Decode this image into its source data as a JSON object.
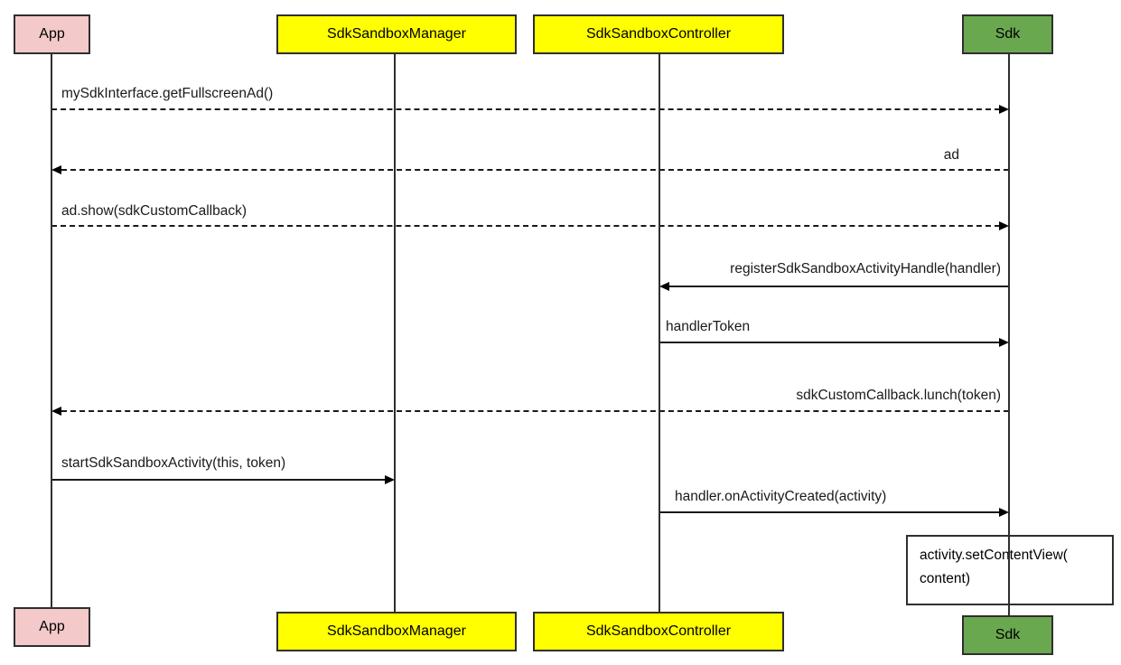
{
  "diagram": {
    "kind": "uml-sequence-diagram",
    "actors": [
      {
        "name": "App",
        "fill": "#f4c9c9"
      },
      {
        "name": "SdkSandboxManager",
        "fill": "#ffff00"
      },
      {
        "name": "SdkSandboxController",
        "fill": "#ffff00"
      },
      {
        "name": "Sdk",
        "fill": "#6aa84f"
      }
    ],
    "messages": [
      {
        "text": "mySdkInterface.getFullscreenAd()",
        "from": "App",
        "to": "Sdk",
        "line": "dashed"
      },
      {
        "text": "ad",
        "from": "Sdk",
        "to": "App",
        "line": "dashed"
      },
      {
        "text": "ad.show(sdkCustomCallback)",
        "from": "App",
        "to": "Sdk",
        "line": "dashed"
      },
      {
        "text": "registerSdkSandboxActivityHandle(handler)",
        "from": "Sdk",
        "to": "SdkSandboxController",
        "line": "solid"
      },
      {
        "text": "handlerToken",
        "from": "SdkSandboxController",
        "to": "Sdk",
        "line": "solid"
      },
      {
        "text": "sdkCustomCallback.lunch(token)",
        "from": "Sdk",
        "to": "App",
        "line": "dashed"
      },
      {
        "text": "startSdkSandboxActivity(this, token)",
        "from": "App",
        "to": "SdkSandboxManager",
        "line": "solid"
      },
      {
        "text": "handler.onActivityCreated(activity)",
        "from": "SdkSandboxController",
        "to": "Sdk",
        "line": "solid"
      }
    ],
    "note": {
      "lines": [
        "activity.setContentView(",
        "content)"
      ]
    },
    "colors": {
      "app_fill": "#f4c9c9",
      "manager_fill": "#ffff00",
      "controller_fill": "#ffff00",
      "sdk_fill": "#6aa84f",
      "note_fill": "#ffffff",
      "line": "#000000"
    }
  }
}
